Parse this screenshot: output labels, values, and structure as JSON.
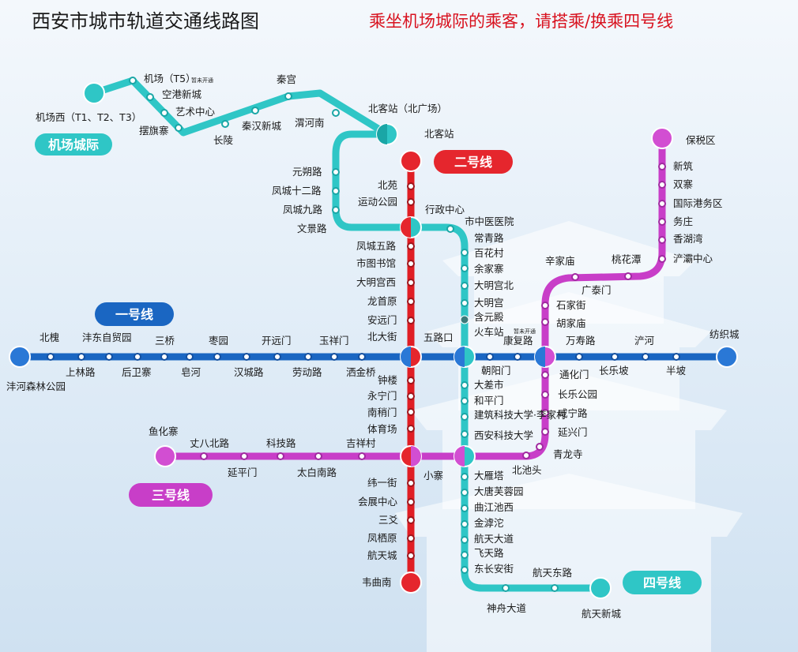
{
  "title": "西安市城市轨道交通线路图",
  "notice": "乘坐机场城际的乘客，请搭乘/换乘四号线",
  "lines": {
    "line1": {
      "label": "一号线",
      "color": "#1a66c2",
      "stations": [
        "北槐",
        "上林路",
        "沣东自贸园",
        "后卫寨",
        "三桥",
        "皂河",
        "枣园",
        "汉城路",
        "开远门",
        "劳动路",
        "玉祥门",
        "洒金桥",
        "北大街",
        "五路口",
        "朝阳门",
        "康复路",
        "通化门",
        "万寿路",
        "长乐坡",
        "浐河",
        "半坡",
        "纺织城"
      ],
      "terminal_west": "沣河森林公园"
    },
    "line2": {
      "label": "二号线",
      "color": "#e01e24",
      "stations": [
        "北客站",
        "北苑",
        "运动公园",
        "行政中心",
        "凤城五路",
        "市图书馆",
        "大明宫西",
        "龙首原",
        "安远门",
        "北大街",
        "钟楼",
        "永宁门",
        "南稍门",
        "体育场",
        "小寨",
        "纬一街",
        "会展中心",
        "三爻",
        "凤栖原",
        "航天城",
        "韦曲南"
      ]
    },
    "line3": {
      "label": "三号线",
      "color": "#c83ec8",
      "stations": [
        "鱼化寨",
        "丈八北路",
        "延平门",
        "科技路",
        "太白南路",
        "吉祥村",
        "小寨",
        "大雁塔",
        "北池头",
        "青龙寺",
        "延兴门",
        "咸宁路",
        "长乐公园",
        "通化门",
        "胡家庙",
        "石家街",
        "辛家庙",
        "广泰门",
        "桃花潭",
        "浐灞中心",
        "香湖湾",
        "务庄",
        "国际港务区",
        "双寨",
        "新筑",
        "保税区"
      ]
    },
    "line4": {
      "label": "四号线",
      "color": "#2fc6c6",
      "stations": [
        "北客站（北广场）",
        "元朔路",
        "凤城十二路",
        "凤城九路",
        "文景路",
        "行政中心",
        "市中医医院",
        "常青路",
        "百花村",
        "余家寨",
        "大明宫北",
        "大明宫",
        "含元殿",
        "火车站",
        "五路口",
        "大差市",
        "和平门",
        "建筑科技大学·李家村",
        "西安科技大学",
        "大雁塔",
        "大唐芙蓉园",
        "曲江池西",
        "金滹沱",
        "航天大道",
        "飞天路",
        "东长安街",
        "神舟大道",
        "航天东路",
        "航天新城"
      ],
      "note_not_open": "暂未开通"
    },
    "airport": {
      "label": "机场城际",
      "color": "#2fc6c6",
      "stations": [
        "机场西（T1、T2、T3）",
        "机场（T5）",
        "空港新城",
        "艺术中心",
        "摆旗寨",
        "长陵",
        "秦汉新城",
        "秦宫",
        "渭河南",
        "北客站"
      ],
      "note_not_open": "暂未开通"
    }
  }
}
